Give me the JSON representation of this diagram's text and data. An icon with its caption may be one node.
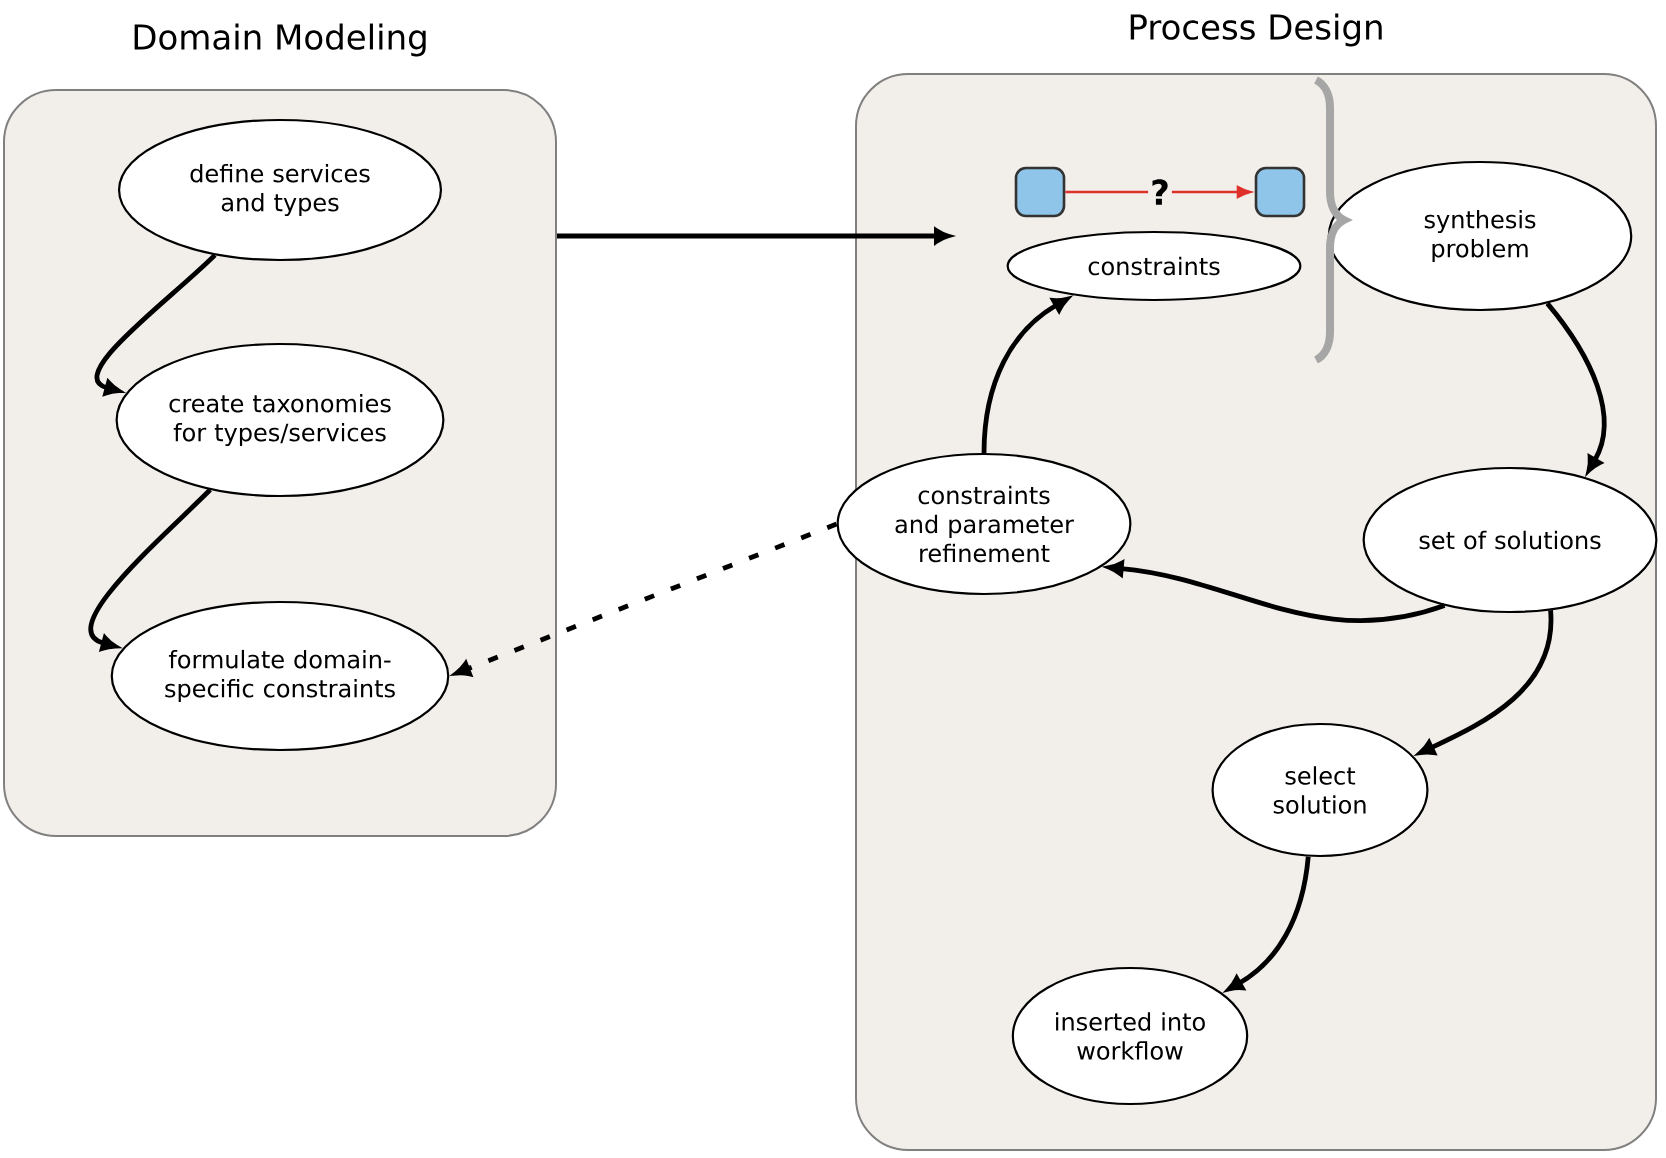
{
  "diagram": {
    "nodes": [
      {
        "text": [
          "Domain Modeling"
        ]
      },
      {
        "text": [
          "define services and types"
        ],
        "in": 0
      },
      {
        "text": [
          "create taxonomies for types/services"
        ],
        "in": 0
      },
      {
        "text": [
          "formulate domain-specific constraints"
        ],
        "in": 0
      },
      {
        "text": [
          "Process Design"
        ]
      },
      {
        "text": [],
        "shape": "box",
        "in": 4
      },
      {
        "text": [],
        "shape": "box",
        "in": 4
      },
      {
        "text": [
          "constraints"
        ],
        "in": 4
      },
      {
        "text": [
          "synthesis problem"
        ],
        "in": 4
      },
      {
        "text": [
          "set of solutions"
        ],
        "in": 4
      },
      {
        "text": [
          "constraints and parameter refinement"
        ],
        "in": 4
      },
      {
        "text": [
          "select solution"
        ],
        "in": 4
      },
      {
        "text": [
          "inserted into workflow"
        ],
        "in": 4
      }
    ],
    "edges": [
      {
        "from": 1,
        "to": 2,
        "arrow": "to"
      },
      {
        "from": 2,
        "to": 3,
        "arrow": "to"
      },
      {
        "from": 0,
        "to": null,
        "arrow": "to"
      },
      {
        "from": 5,
        "to": 6,
        "arrow": "to",
        "label": "?",
        "color": "#e0302a"
      },
      {
        "from": 8,
        "to": 9,
        "arrow": "to"
      },
      {
        "from": 9,
        "to": 10,
        "arrow": "to"
      },
      {
        "from": 10,
        "to": 7,
        "arrow": "to"
      },
      {
        "from": 9,
        "to": 11,
        "arrow": "to"
      },
      {
        "from": 11,
        "to": 12,
        "arrow": "to"
      },
      {
        "from": 10,
        "to": 3,
        "arrow": "to",
        "style": "dashed"
      }
    ]
  }
}
